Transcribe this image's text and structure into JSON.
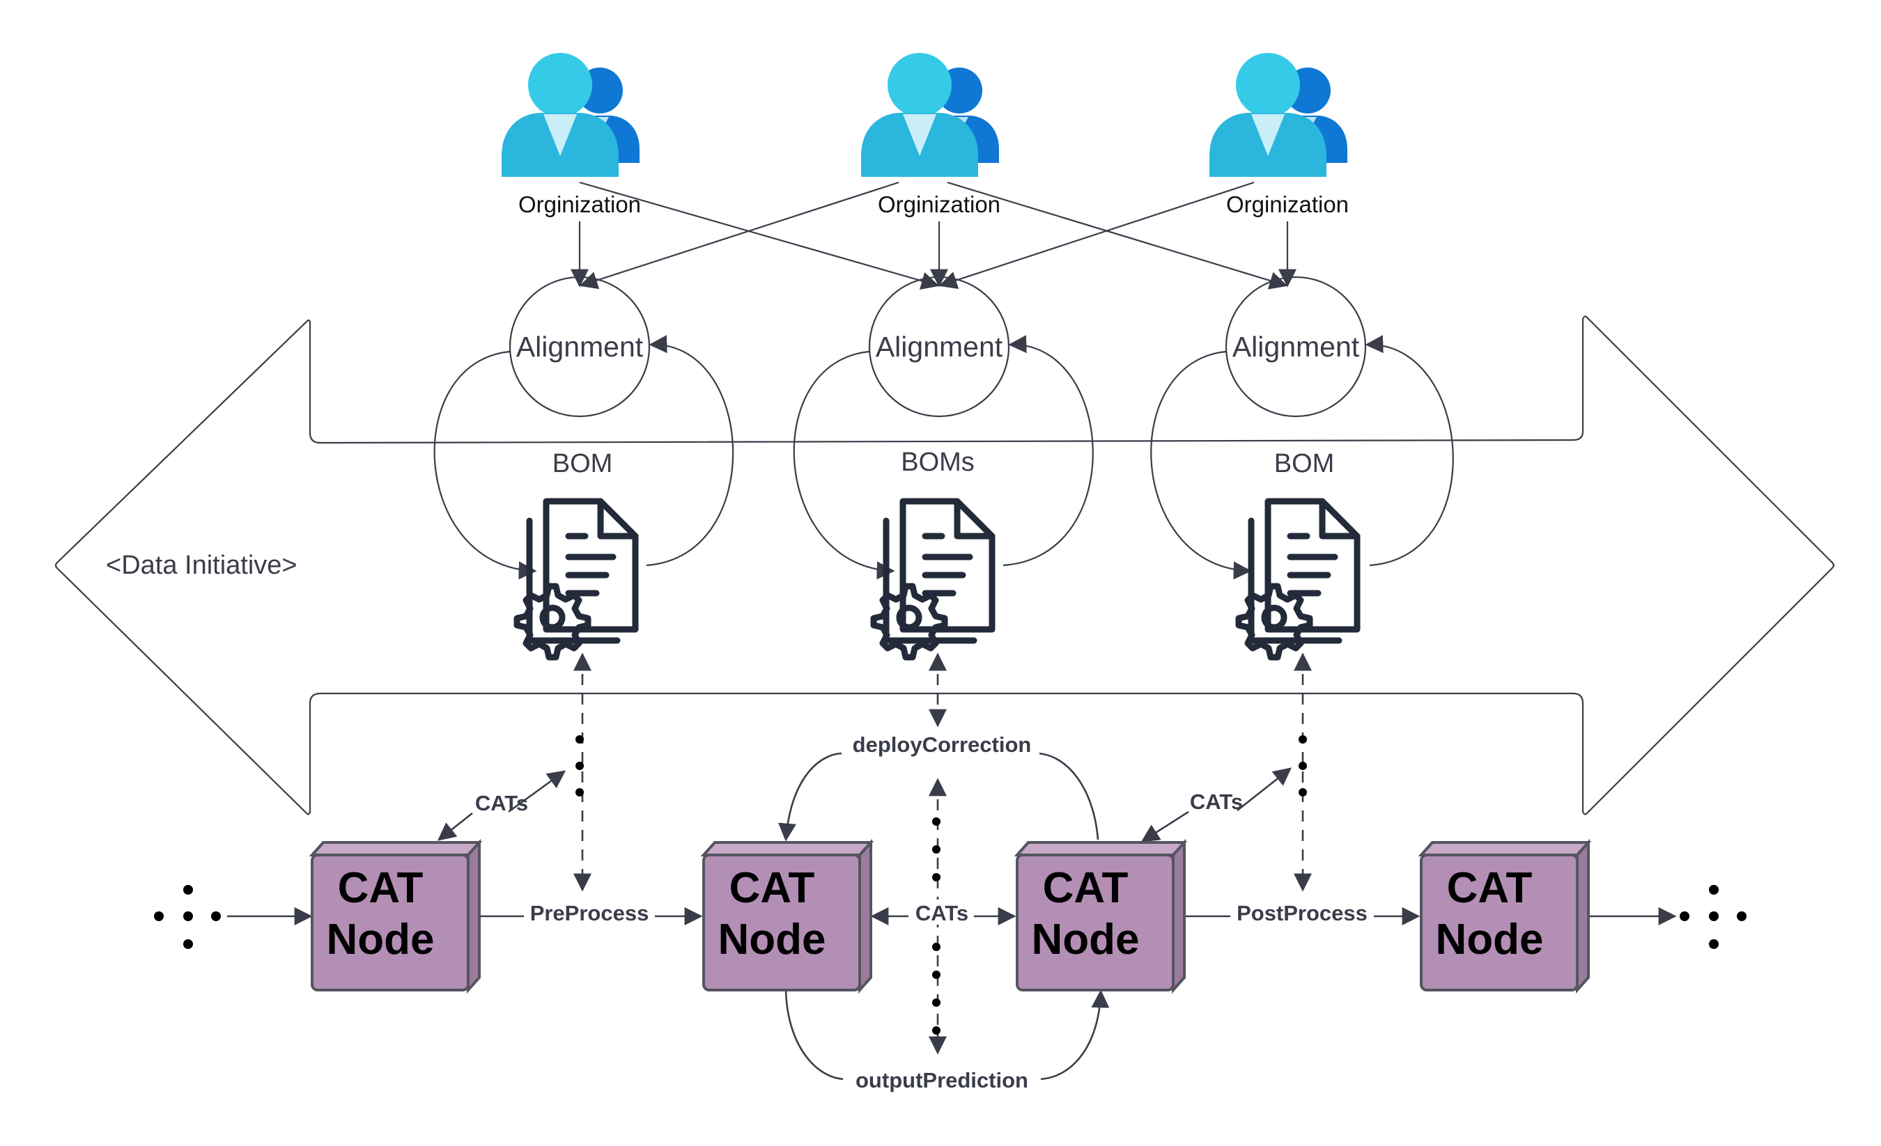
{
  "organizations": [
    {
      "label": "Orginization"
    },
    {
      "label": "Orginization"
    },
    {
      "label": "Orginization"
    }
  ],
  "alignments": [
    {
      "label": "Alignment"
    },
    {
      "label": "Alignment"
    },
    {
      "label": "Alignment"
    }
  ],
  "boms": [
    {
      "label": "BOM"
    },
    {
      "label": "BOMs"
    },
    {
      "label": "BOM"
    }
  ],
  "banner": {
    "label": "<Data Initiative>"
  },
  "nodes": [
    {
      "line1": "CAT",
      "line2": "Node"
    },
    {
      "line1": "CAT",
      "line2": "Node"
    },
    {
      "line1": "CAT",
      "line2": "Node"
    },
    {
      "line1": "CAT",
      "line2": "Node"
    }
  ],
  "edges": {
    "cats_left": "CATs",
    "preprocess": "PreProcess",
    "deploy_correction": "deployCorrection",
    "cats_middle": "CATs",
    "cats_right": "CATs",
    "postprocess": "PostProcess",
    "output_prediction": "outputPrediction"
  },
  "colors": {
    "node_fill": "#b48fb5",
    "node_side": "#9b7c9e",
    "node_stroke": "#55555f",
    "person_front": "#35cbe8",
    "person_back": "#0f78d4",
    "line": "#3a3d49",
    "doc_icon": "#232a39"
  }
}
